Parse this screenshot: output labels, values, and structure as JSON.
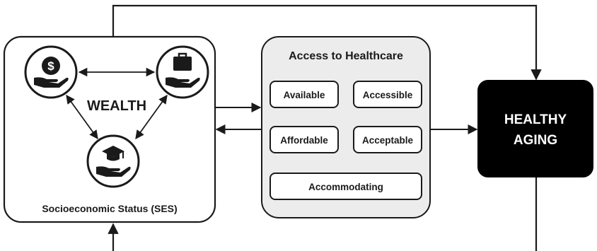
{
  "ses": {
    "wealth_label": "WEALTH",
    "caption": "Socioeconomic Status (SES)",
    "icons": [
      "dollar-hand-icon",
      "briefcase-hand-icon",
      "graduation-cap-hand-icon"
    ]
  },
  "access": {
    "title": "Access to Healthcare",
    "items": [
      "Available",
      "Accessible",
      "Affordable",
      "Acceptable",
      "Accommodating"
    ]
  },
  "outcome": {
    "line1": "HEALTHY",
    "line2": "AGING"
  },
  "colors": {
    "line": "#1a1a1a",
    "panel_fill": "#ececec",
    "outcome_fill": "#000000",
    "outcome_text": "#ffffff"
  }
}
